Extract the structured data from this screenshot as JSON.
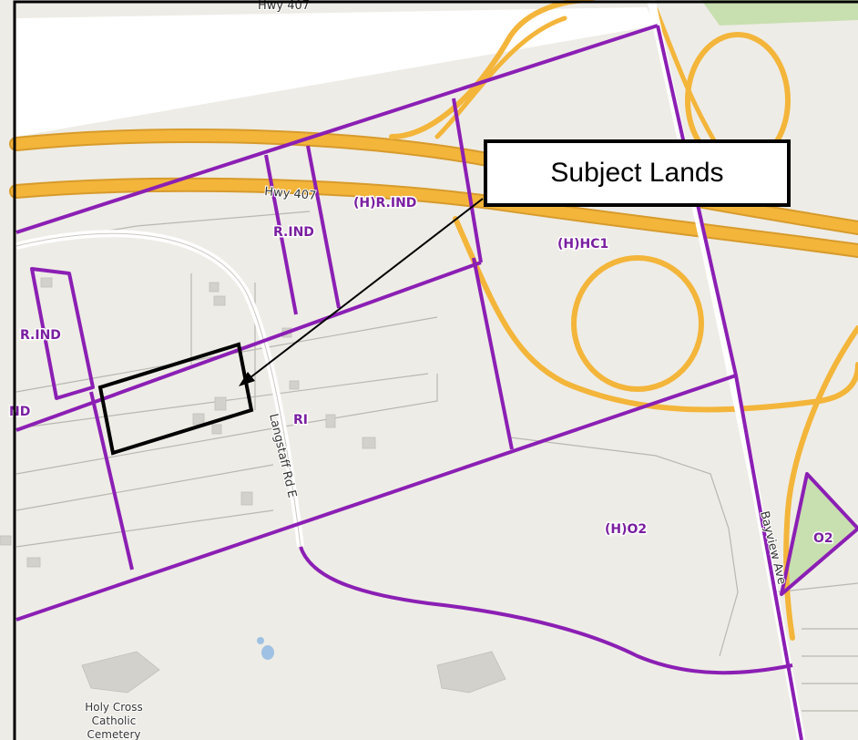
{
  "map": {
    "callout": "Subject Lands",
    "zones": [
      "(H)R.IND",
      "R.IND",
      "(H)HC1",
      "R.IND",
      "ND",
      "RI",
      "(H)O2",
      "O2"
    ],
    "roads": [
      "Hwy 407",
      "Hwy 407",
      "Langstaff Rd E",
      "Bayview Ave"
    ],
    "places": [
      "Holy Cross",
      "Catholic",
      "Cemetery"
    ],
    "colors": {
      "zone_boundary": "#8b1fb4",
      "subject_outline": "#000000",
      "highway": "#f3b53a",
      "land": "#eeece6",
      "green": "#c8dfb0"
    }
  }
}
